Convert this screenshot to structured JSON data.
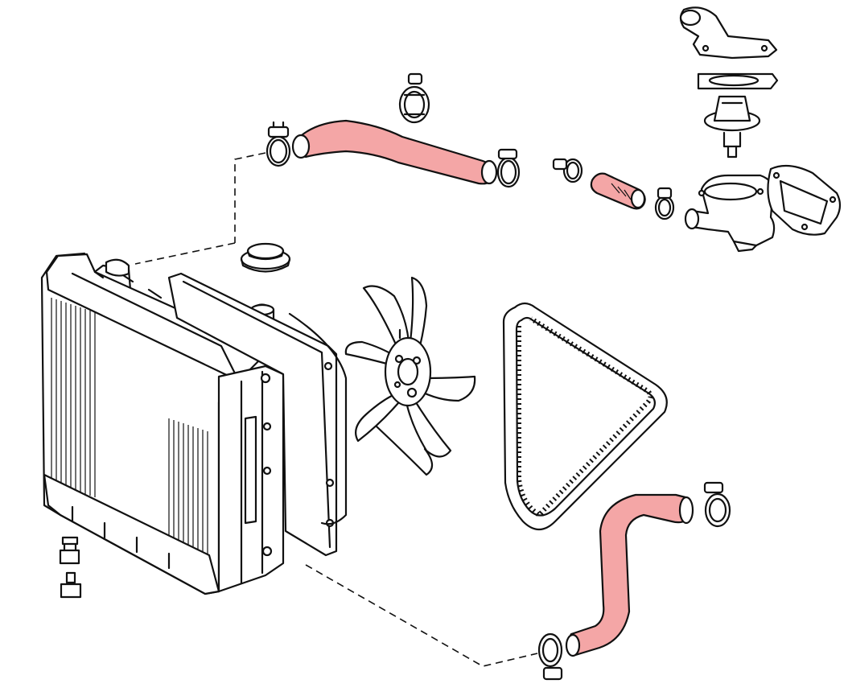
{
  "diagram": {
    "type": "exploded parts diagram",
    "highlight_color": "#f4a6a6",
    "line_color": "#111111",
    "background": "#ffffff",
    "parts": [
      {
        "name": "radiator"
      },
      {
        "name": "radiator-cap"
      },
      {
        "name": "cooling-fan"
      },
      {
        "name": "fan-belt"
      },
      {
        "name": "upper-radiator-hose",
        "highlighted": true
      },
      {
        "name": "bypass-hose",
        "highlighted": true
      },
      {
        "name": "lower-radiator-hose",
        "highlighted": true
      },
      {
        "name": "hose-clamps"
      },
      {
        "name": "thermostat"
      },
      {
        "name": "thermostat-gaskets"
      },
      {
        "name": "water-outlet-housing"
      },
      {
        "name": "thermostat-housing"
      },
      {
        "name": "drain-plugs"
      }
    ]
  }
}
